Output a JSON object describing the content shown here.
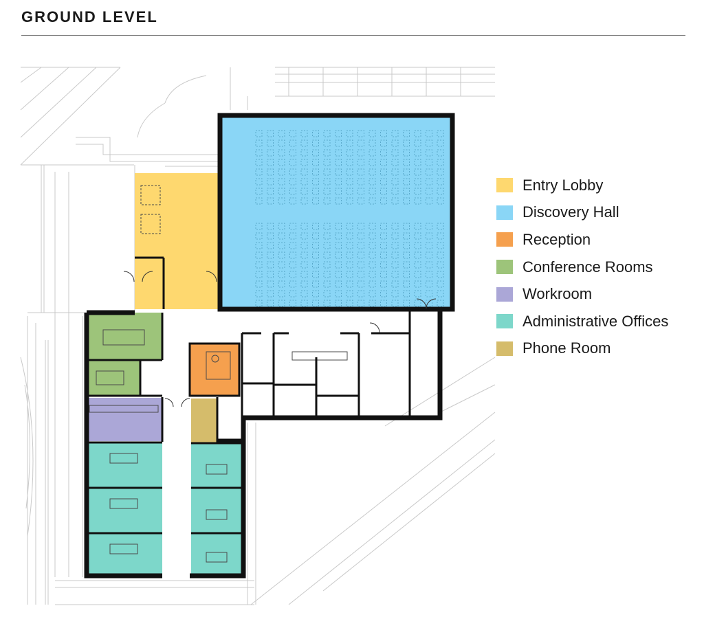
{
  "title": "GROUND LEVEL",
  "legend": [
    {
      "label": "Entry Lobby",
      "color": "#fed86f"
    },
    {
      "label": "Discovery Hall",
      "color": "#8ad6f6"
    },
    {
      "label": "Reception",
      "color": "#f5a04e"
    },
    {
      "label": "Conference Rooms",
      "color": "#9dc47a"
    },
    {
      "label": "Workroom",
      "color": "#aba7d7"
    },
    {
      "label": "Administrative Offices",
      "color": "#7dd7ca"
    },
    {
      "label": "Phone Room",
      "color": "#d5bc6b"
    }
  ],
  "colors": {
    "wall": "#111111",
    "linework": "#c9c9c9",
    "text": "#1a1a1a"
  }
}
